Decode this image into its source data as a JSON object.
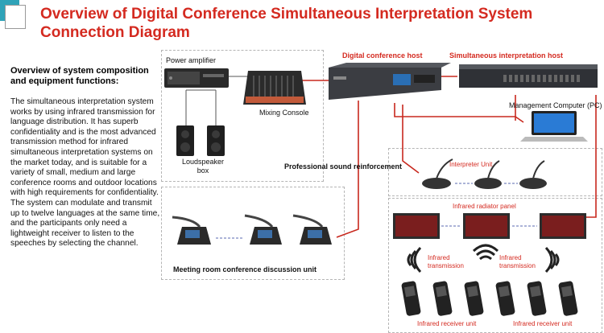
{
  "title": "Overview of Digital Conference Simultaneous Interpretation System Connection Diagram",
  "overview_heading": "Overview of system composition and equipment functions:",
  "overview_text": "The simultaneous interpretation system works by using infrared transmission for language distribution. It has superb confidentiality and is the most advanced transmission method for infrared simultaneous interpretation systems on the market today, and is suitable for a variety of small, medium and large conference rooms and outdoor locations with high requirements for confidentiality. The system can modulate and transmit up to twelve languages at the same time, and the participants only need a lightweight receiver to listen to the speeches by selecting the channel.",
  "labels": {
    "power_amplifier": "Power amplifier",
    "mixing_console": "Mixing Console",
    "loudspeaker": "Loudspeaker box",
    "digital_host": "Digital conference host",
    "si_host": "Simultaneous interpretation host",
    "management_pc": "Management Computer (PC)",
    "interpreter_unit": "Interpreter Unit",
    "sound_reinforcement": "Professional sound reinforcement",
    "ir_radiator": "Infrared radiator panel",
    "ir_transmission_1": "Infrared transmission",
    "ir_transmission_2": "Infrared transmission",
    "meeting_unit": "Meeting room conference discussion unit",
    "ir_receiver_1": "Infrared receiver unit",
    "ir_receiver_2": "Infrared receiver unit"
  },
  "colors": {
    "title_red": "#d42a20",
    "connection_red": "#c8281e",
    "accent_teal": "#2fa3b8"
  }
}
